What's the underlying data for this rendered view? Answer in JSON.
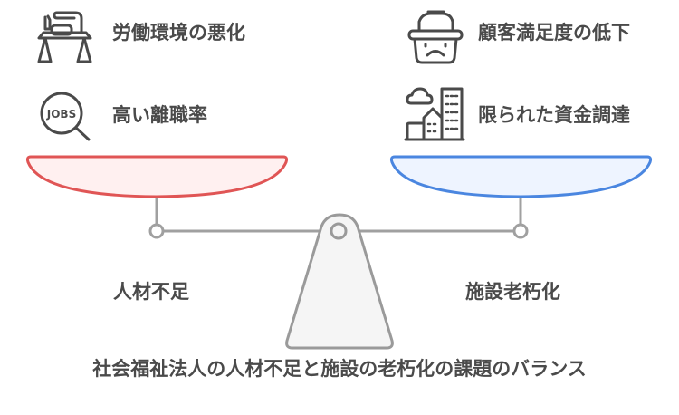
{
  "diagram": {
    "title": "社会福祉法人の人材不足と施設の老朽化の課題のバランス",
    "left": {
      "label": "人材不足",
      "pan_stroke": "#e05555",
      "pan_fill": "#fff0f0",
      "items": [
        {
          "icon": "workspace-desk-icon",
          "label": "労働環境の悪化"
        },
        {
          "icon": "jobs-search-icon",
          "label": "高い離職率"
        }
      ]
    },
    "right": {
      "label": "施設老朽化",
      "pan_stroke": "#4a86e0",
      "pan_fill": "#eef4ff",
      "items": [
        {
          "icon": "sad-basket-icon",
          "label": "顧客満足度の低下"
        },
        {
          "icon": "city-buildings-icon",
          "label": "限られた資金調達"
        }
      ]
    },
    "colors": {
      "beam": "#a0a0a0",
      "fulcrum_fill": "#f5f5f5",
      "fulcrum_stroke": "#9a9a9a",
      "text": "#4a4a4a",
      "icon": "#4a4a4a"
    }
  }
}
